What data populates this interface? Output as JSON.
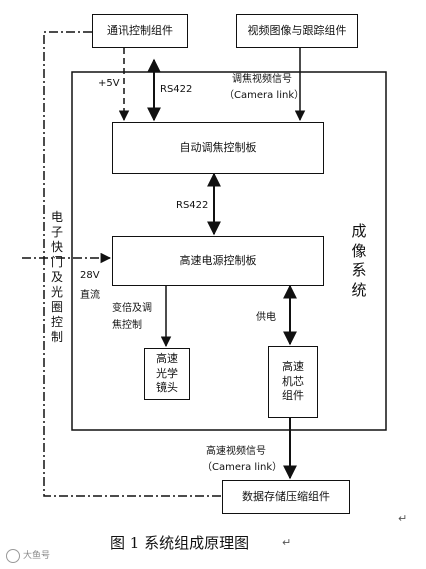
{
  "boxes": {
    "comm": "通讯控制组件",
    "video": "视频图像与跟踪组件",
    "auto_focus": "自动调焦控制板",
    "power_board": "高速电源控制板",
    "lens": "高速\n光学\n镜头",
    "camera_core": "高速\n机芯\n组件",
    "storage": "数据存储压缩组件"
  },
  "labels": {
    "plus5v": "+5V",
    "rs422_top": "RS422",
    "focus_signal": "调焦视频信号",
    "camera_link_top": "（Camera link）",
    "rs422_mid": "RS422",
    "v28": "28V",
    "dc": "直流",
    "zoom_focus": "变倍及调\n焦控制",
    "power_supply": "供电",
    "hs_video": "高速视频信号",
    "camera_link_bottom": "（Camera link）",
    "shutter_ctrl": "电子快门及光圈控制",
    "imaging_system": "成像系统"
  },
  "caption": "图 1  系统组成原理图",
  "para_mark_1": "↵",
  "para_mark_2": "↵",
  "watermark": "大鱼号"
}
